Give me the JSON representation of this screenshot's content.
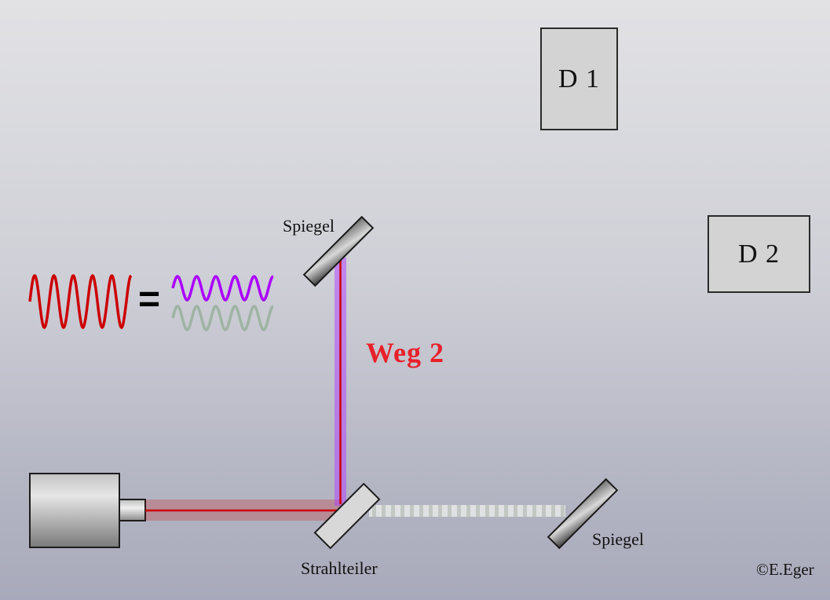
{
  "detectors": [
    {
      "label": "D 1"
    },
    {
      "label": "D 2"
    }
  ],
  "labels": {
    "mirror_top": "Spiegel",
    "mirror_right": "Spiegel",
    "beam_splitter": "Strahlteiler",
    "path": "Weg 2",
    "copyright": "©E.Eger"
  },
  "equation_symbol": "=",
  "colors": {
    "laser_beam": "#cc0000",
    "path2_beam": "#b23cff",
    "wave_input": "#cc0000",
    "wave_path2": "#aa00ff",
    "wave_path1": "#9fb3a4",
    "path_label": "#e8202a"
  }
}
